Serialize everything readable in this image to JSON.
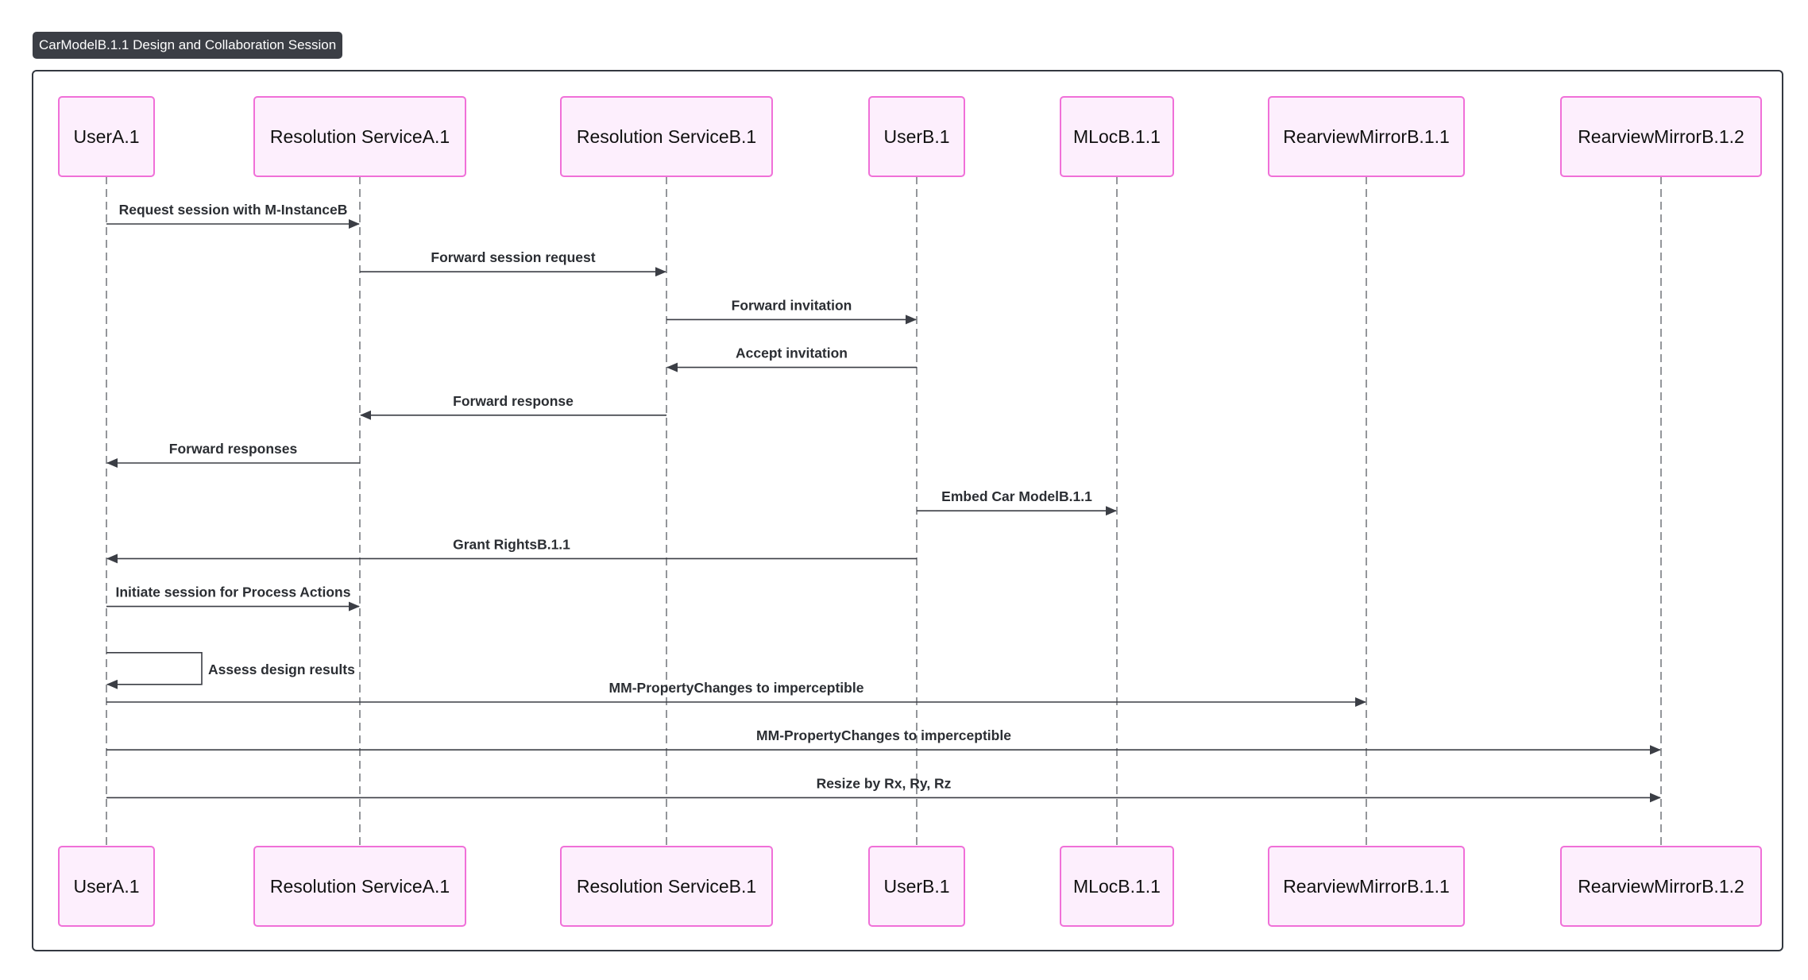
{
  "diagram": {
    "title": "CarModelB.1.1 Design and Collaboration Session",
    "participants": [
      {
        "id": "ua",
        "label": "UserA.1"
      },
      {
        "id": "rsa",
        "label": "Resolution ServiceA.1"
      },
      {
        "id": "rsb",
        "label": "Resolution ServiceB.1"
      },
      {
        "id": "ub",
        "label": "UserB.1"
      },
      {
        "id": "ml",
        "label": "MLocB.1.1"
      },
      {
        "id": "rm1",
        "label": "RearviewMirrorB.1.1"
      },
      {
        "id": "rm2",
        "label": "RearviewMirrorB.1.2"
      }
    ],
    "messages": [
      {
        "from": "ua",
        "to": "rsa",
        "label": "Request session with M-InstanceB"
      },
      {
        "from": "rsa",
        "to": "rsb",
        "label": "Forward session request"
      },
      {
        "from": "rsb",
        "to": "ub",
        "label": "Forward invitation"
      },
      {
        "from": "ub",
        "to": "rsb",
        "label": "Accept invitation"
      },
      {
        "from": "rsb",
        "to": "rsa",
        "label": "Forward response"
      },
      {
        "from": "rsa",
        "to": "ua",
        "label": "Forward responses"
      },
      {
        "from": "ub",
        "to": "ml",
        "label": "Embed Car ModelB.1.1"
      },
      {
        "from": "ub",
        "to": "ua",
        "label": "Grant RightsB.1.1"
      },
      {
        "from": "ua",
        "to": "rsa",
        "label": "Initiate session for Process Actions"
      },
      {
        "from": "ua",
        "to": "ua",
        "label": "Assess design results"
      },
      {
        "from": "ua",
        "to": "rm1",
        "label": "MM-PropertyChanges to imperceptible"
      },
      {
        "from": "ua",
        "to": "rm2",
        "label": "MM-PropertyChanges to imperceptible"
      },
      {
        "from": "ua",
        "to": "rm2",
        "label": "Resize by Rx, Ry, Rz"
      }
    ]
  }
}
